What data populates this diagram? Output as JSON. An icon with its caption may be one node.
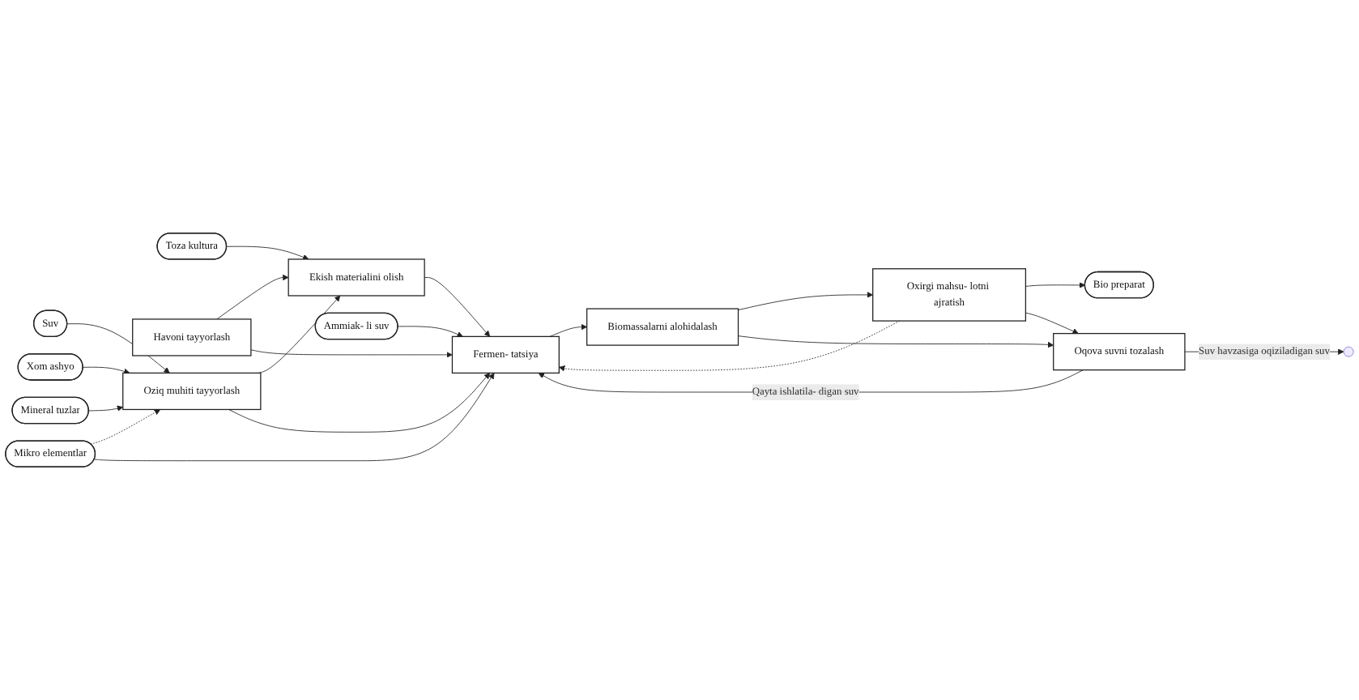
{
  "diagram": {
    "nodes": [
      {
        "text": [
          "Toza kultura"
        ]
      },
      {
        "text": [
          "Ekish materialini olish"
        ]
      },
      {
        "text": [
          "Havoni tayyorlash"
        ]
      },
      {
        "text": [
          "Ammiak- li suv"
        ]
      },
      {
        "text": [
          "Suv"
        ]
      },
      {
        "text": [
          "Xom ashyo"
        ]
      },
      {
        "text": [
          "Oziq muhiti tayyorlash"
        ]
      },
      {
        "text": [
          "Fermen- tatsiya"
        ]
      },
      {
        "text": [
          "Biomassalarni alohidalash"
        ]
      },
      {
        "text": [
          "Oxirgi mahsu- lotni ajratish"
        ]
      },
      {
        "text": [
          "Bio preparat"
        ]
      },
      {
        "text": [
          "Mineral tuzlar"
        ]
      },
      {
        "text": [
          "Oqova suvni tozalash"
        ]
      },
      {
        "text": [
          "Mikro elementlar"
        ]
      }
    ],
    "edges": [
      {
        "from": 0,
        "to": 1,
        "arrow": "to"
      },
      {
        "from": 2,
        "to": 1,
        "arrow": "to"
      },
      {
        "from": 6,
        "to": 1,
        "arrow": "to"
      },
      {
        "from": 1,
        "to": 7,
        "arrow": "to"
      },
      {
        "from": 2,
        "to": 7,
        "arrow": "to"
      },
      {
        "from": 3,
        "to": 7,
        "arrow": "to"
      },
      {
        "from": 4,
        "to": 6,
        "arrow": "to"
      },
      {
        "from": 5,
        "to": 6,
        "arrow": "to"
      },
      {
        "from": 11,
        "to": 6,
        "arrow": "to"
      },
      {
        "from": 13,
        "to": 6,
        "arrow": "to",
        "style": "dashed"
      },
      {
        "from": 6,
        "to": 7,
        "arrow": "to"
      },
      {
        "from": 7,
        "to": 8,
        "arrow": "to"
      },
      {
        "from": 9,
        "to": 7,
        "arrow": "to",
        "style": "dashed"
      },
      {
        "from": 8,
        "to": 9,
        "arrow": "to"
      },
      {
        "from": 9,
        "to": 10,
        "arrow": "to"
      },
      {
        "from": 8,
        "to": 12,
        "arrow": "to"
      },
      {
        "from": 9,
        "to": 12,
        "arrow": "to"
      },
      {
        "from": 12,
        "to": 7,
        "arrow": "to",
        "label": "Qayta ishlatila- digan suv"
      },
      {
        "from": 13,
        "to": 7,
        "arrow": "to"
      },
      {
        "from": 12,
        "to": null,
        "arrow": "to",
        "label": "Suv havzasiga oqiziladigan suv"
      }
    ]
  }
}
